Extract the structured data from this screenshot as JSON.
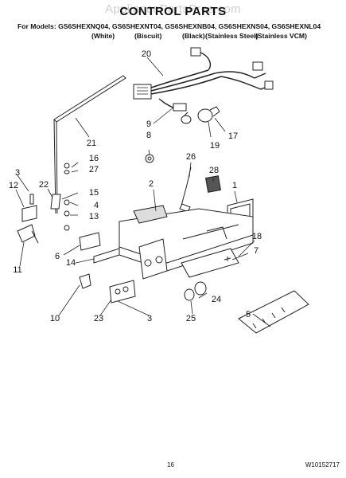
{
  "watermark": "AppliancePartsPros.com",
  "title": "CONTROL PARTS",
  "models_line": "For Models: GS6SHEXNQ04, GS6SHEXNT04, GS6SHEXNB04, GS6SHEXNS04, GS6SHEXNL04",
  "colors": [
    "(White)",
    "(Biscuit)",
    "(Black)",
    "(Stainless Steel)",
    "(Stainless VCM)"
  ],
  "callouts": {
    "c1": "1",
    "c2": "2",
    "c3a": "3",
    "c3b": "3",
    "c4": "4",
    "c5": "5",
    "c6": "6",
    "c7": "7",
    "c8": "8",
    "c9": "9",
    "c10": "10",
    "c11": "11",
    "c12": "12",
    "c13": "13",
    "c14": "14",
    "c15": "15",
    "c16": "16",
    "c17": "17",
    "c18": "18",
    "c19": "19",
    "c20": "20",
    "c21": "21",
    "c22": "22",
    "c23": "23",
    "c24": "24",
    "c25": "25",
    "c26": "26",
    "c27": "27",
    "c28": "28"
  },
  "footer": {
    "page": "16",
    "doc_code": "W10152717"
  }
}
